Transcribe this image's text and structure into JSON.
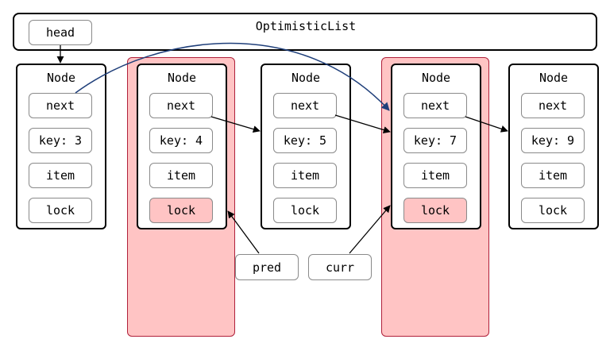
{
  "list": {
    "title": "OptimisticList",
    "head_label": "head"
  },
  "nodes": [
    {
      "title": "Node",
      "next": "next",
      "key": "key: 3",
      "item": "item",
      "lock": "lock",
      "locked": false
    },
    {
      "title": "Node",
      "next": "next",
      "key": "key: 4",
      "item": "item",
      "lock": "lock",
      "locked": true
    },
    {
      "title": "Node",
      "next": "next",
      "key": "key: 5",
      "item": "item",
      "lock": "lock",
      "locked": false
    },
    {
      "title": "Node",
      "next": "next",
      "key": "key: 7",
      "item": "item",
      "lock": "lock",
      "locked": true
    },
    {
      "title": "Node",
      "next": "next",
      "key": "key: 9",
      "item": "item",
      "lock": "lock",
      "locked": false
    }
  ],
  "pointers": {
    "pred": "pred",
    "curr": "curr"
  },
  "colors": {
    "highlight": "#ffc4c4",
    "highlight_border": "#b0203a",
    "head_arrow": "#1f3f7a"
  }
}
